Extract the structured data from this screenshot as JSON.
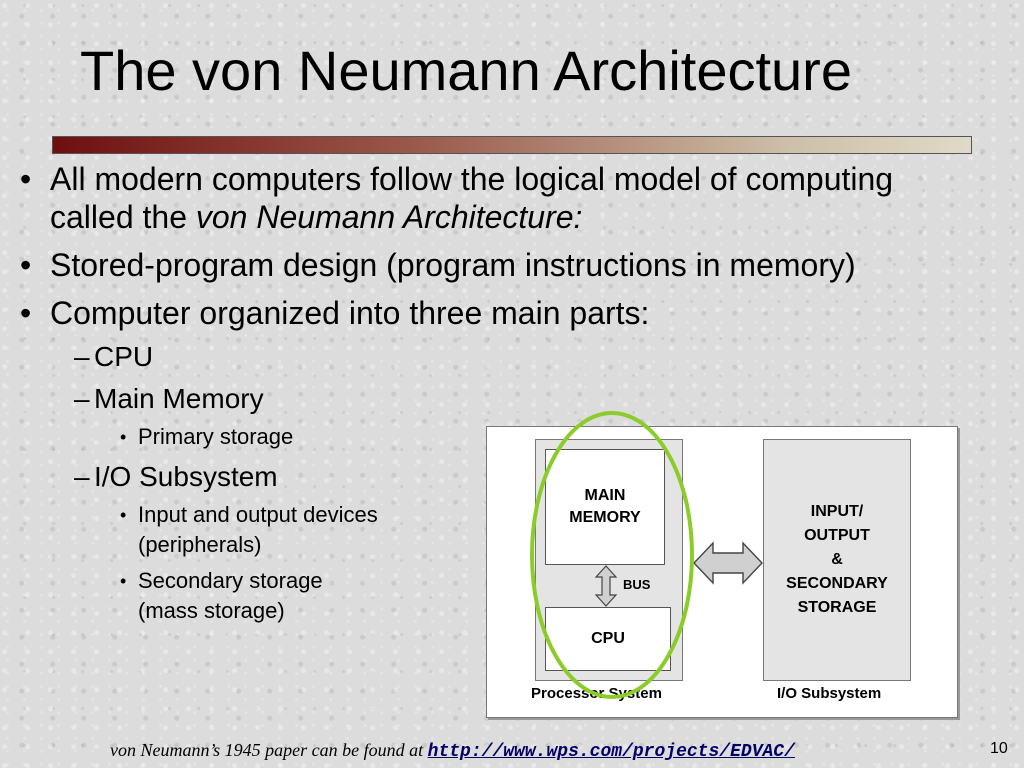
{
  "slide": {
    "title": "The von Neumann Architecture",
    "page_number": "10"
  },
  "bullets": {
    "b1_text": "All modern computers follow the logical model of computing called the ",
    "b1_emph": "von Neumann Architecture:",
    "b2_text": "Stored-program design (program instructions in memory)",
    "b3_text": "Computer organized into three main parts:",
    "parts": {
      "cpu": "CPU",
      "main_memory": "Main Memory",
      "primary_storage": "Primary storage",
      "io_subsystem": "I/O Subsystem",
      "io_devices_line1": "Input and output devices",
      "io_devices_line2": "(peripherals)",
      "secondary_line1": "Secondary storage",
      "secondary_line2": "(mass storage)"
    }
  },
  "diagram": {
    "main_memory_line1": "MAIN",
    "main_memory_line2": "MEMORY",
    "bus": "BUS",
    "cpu": "CPU",
    "io_line1": "INPUT/",
    "io_line2": "OUTPUT",
    "io_line3": "&",
    "io_line4": "SECONDARY",
    "io_line5": "STORAGE",
    "processor_system_label": "Processor System",
    "io_subsystem_label": "I/O Subsystem"
  },
  "footer": {
    "text": "von Neumann’s 1945 paper can be found at ",
    "link": "http://www.wps.com/projects/EDVAC/"
  },
  "colors": {
    "title_bar_dark": "#6e0f0f",
    "title_bar_light": "#e0dac8",
    "oval": "#8ccc2a",
    "link": "#000066"
  }
}
